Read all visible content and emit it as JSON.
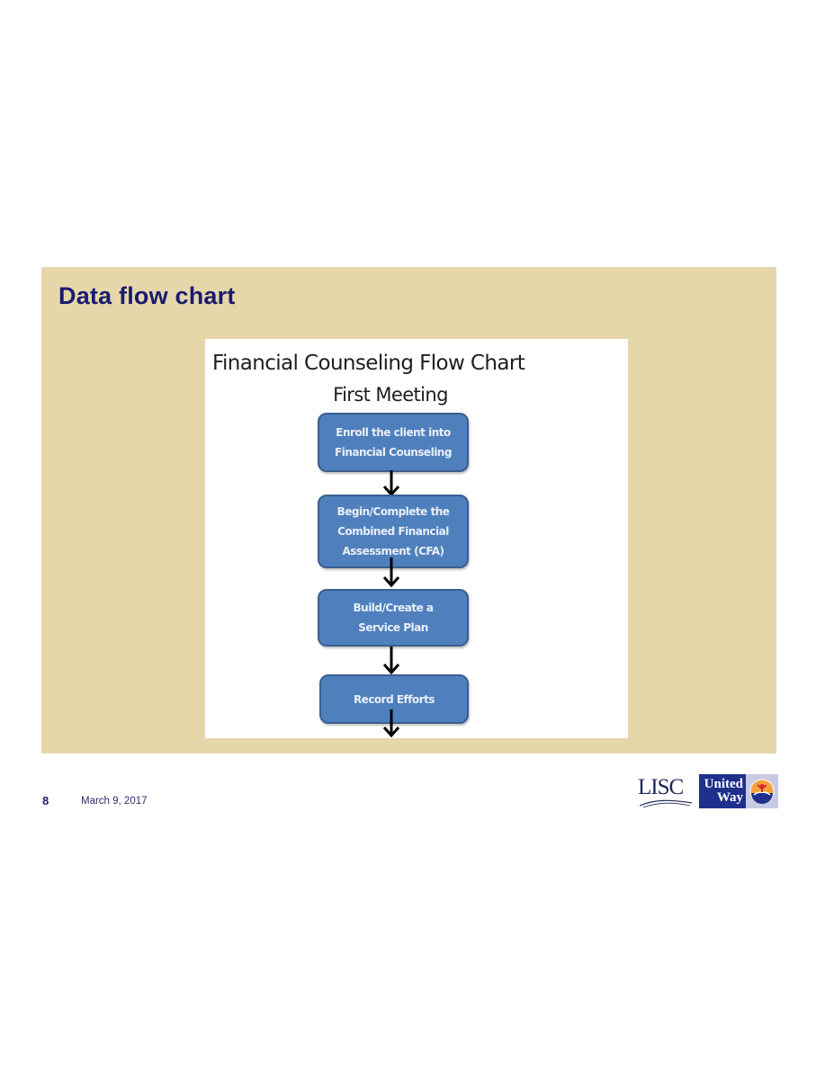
{
  "slide": {
    "title": "Data flow chart",
    "page_number": "8",
    "date": "March 9, 2017"
  },
  "figure": {
    "title": "Financial Counseling Flow Chart",
    "subtitle": "First Meeting",
    "steps": [
      {
        "lines": [
          "Enroll the client into",
          "Financial Counseling"
        ]
      },
      {
        "lines": [
          "Begin/Complete the",
          "Combined Financial",
          "Assessment (CFA)"
        ]
      },
      {
        "lines": [
          "Build/Create a",
          "Service Plan"
        ]
      },
      {
        "lines": [
          "Record Efforts"
        ]
      }
    ],
    "colors": {
      "box_fill": "#4f80bd",
      "box_border": "#3a5f8f",
      "arrow": "#000000"
    }
  },
  "logos": {
    "lisc": "LISC",
    "united_way_line1": "United",
    "united_way_line2": "Way"
  },
  "colors": {
    "panel_background": "#e6d7ab",
    "title_color": "#1b1c6e"
  }
}
